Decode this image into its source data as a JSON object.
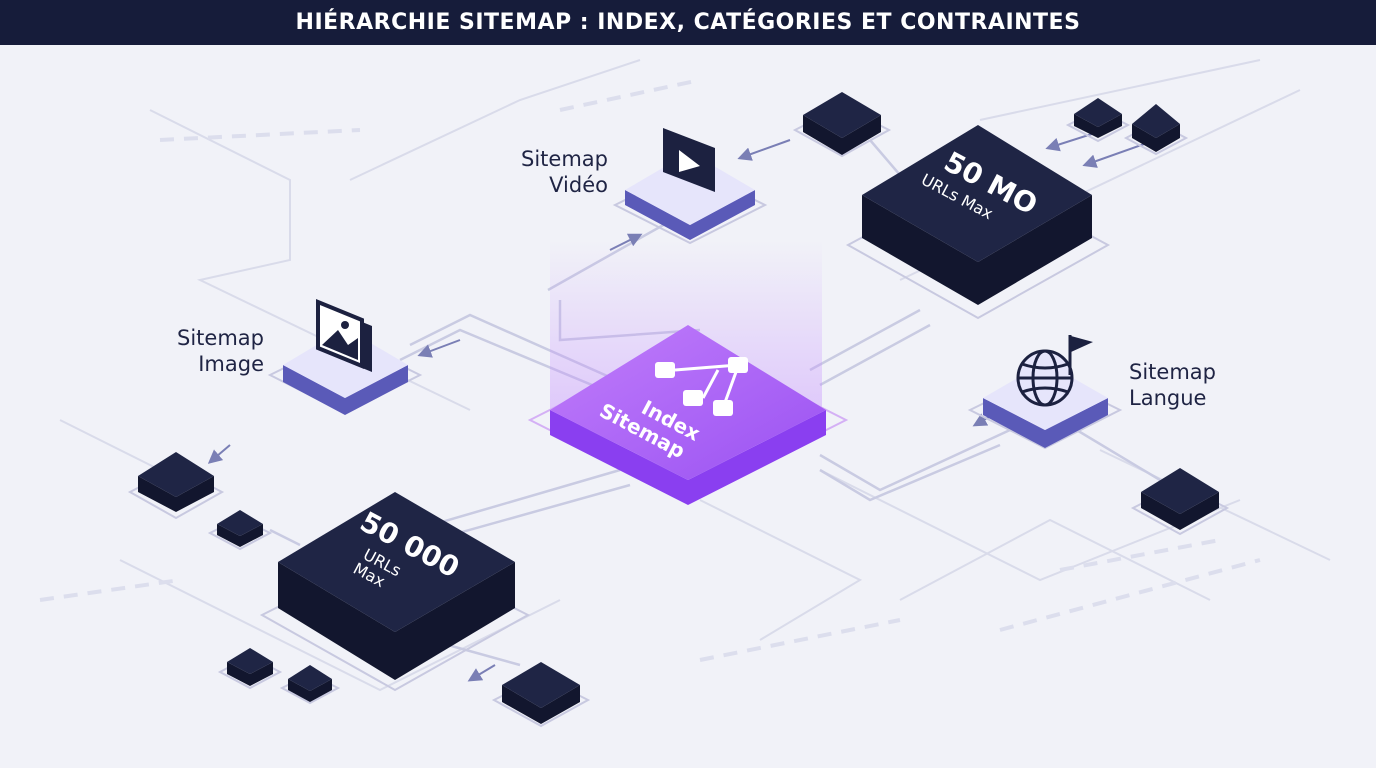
{
  "title": "HIÉRARCHIE SITEMAP : INDEX, CATÉGORIES ET CONTRAINTES",
  "nodes": {
    "index": {
      "line1": "Index",
      "line2": "Sitemap"
    },
    "video": {
      "line1": "Sitemap",
      "line2": "Vidéo",
      "icon": "video-play-icon"
    },
    "image": {
      "line1": "Sitemap",
      "line2": "Image",
      "icon": "image-gallery-icon"
    },
    "langue": {
      "line1": "Sitemap",
      "line2": "Langue",
      "icon": "globe-flag-icon"
    },
    "limit_size": {
      "line1": "50 MO",
      "line2": "URLs Max"
    },
    "limit_urls": {
      "line1": "50 000",
      "line2": "URLs",
      "line3": "Max"
    }
  },
  "colors": {
    "title_bar": "#161c3a",
    "dark_block": "#1c2140",
    "index_purple": "#a55ef5",
    "category_light": "#e3e3fa",
    "category_side": "#5b5bb5",
    "background": "#f1f2f8"
  }
}
